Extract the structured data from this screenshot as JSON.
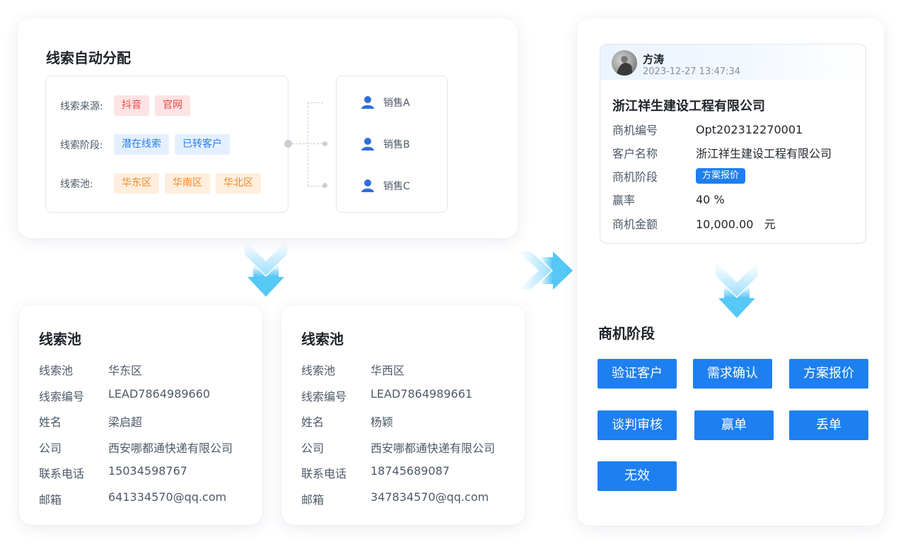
{
  "assign": {
    "title": "线索自动分配",
    "rules": [
      {
        "label": "线索来源:",
        "tags": [
          "抖音",
          "官网"
        ]
      },
      {
        "label": "线索阶段:",
        "tags": [
          "潜在线索",
          "已转客户"
        ]
      },
      {
        "label": "线索池:",
        "tags": [
          "华东区",
          "华南区",
          "华北区"
        ]
      }
    ],
    "sales": [
      "销售A",
      "销售B",
      "销售C"
    ]
  },
  "pools": [
    {
      "title": "线索池",
      "fields": [
        {
          "label": "线索池",
          "value": "华东区"
        },
        {
          "label": "线索编号",
          "value": "LEAD7864989660"
        },
        {
          "label": "姓名",
          "value": "梁启超"
        },
        {
          "label": "公司",
          "value": "西安哪都通快递有限公司"
        },
        {
          "label": "联系电话",
          "value": "15034598767"
        },
        {
          "label": "邮箱",
          "value": "641334570@qq.com"
        }
      ]
    },
    {
      "title": "线索池",
      "fields": [
        {
          "label": "线索池",
          "value": "华西区"
        },
        {
          "label": "线索编号",
          "value": "LEAD7864989661"
        },
        {
          "label": "姓名",
          "value": "杨颖"
        },
        {
          "label": "公司",
          "value": "西安哪都通快递有限公司"
        },
        {
          "label": "联系电话",
          "value": "18745689087"
        },
        {
          "label": "邮箱",
          "value": "347834570@qq.com"
        }
      ]
    }
  ],
  "opportunity": {
    "owner": "方涛",
    "time": "2023-12-27 13:47:34",
    "company": "浙江祥生建设工程有限公司",
    "fields": [
      {
        "label": "商机编号",
        "value": "Opt202312270001"
      },
      {
        "label": "客户名称",
        "value": "浙江祥生建设工程有限公司"
      },
      {
        "label": "商机阶段",
        "badge": "方案报价"
      },
      {
        "label": "赢率",
        "value": "40 %"
      },
      {
        "label": "商机金额",
        "value": "10,000.00   元"
      }
    ]
  },
  "stages": {
    "title": "商机阶段",
    "buttons": [
      "验证客户",
      "需求确认",
      "方案报价",
      "谈判审核",
      "赢单",
      "丢单",
      "无效"
    ]
  },
  "colors": {
    "accent": "#1e7ff0",
    "tag_red": "#e8494a",
    "tag_blue": "#2c7df2",
    "tag_orange": "#f08b2a",
    "arrow": "#4fc3f7"
  }
}
